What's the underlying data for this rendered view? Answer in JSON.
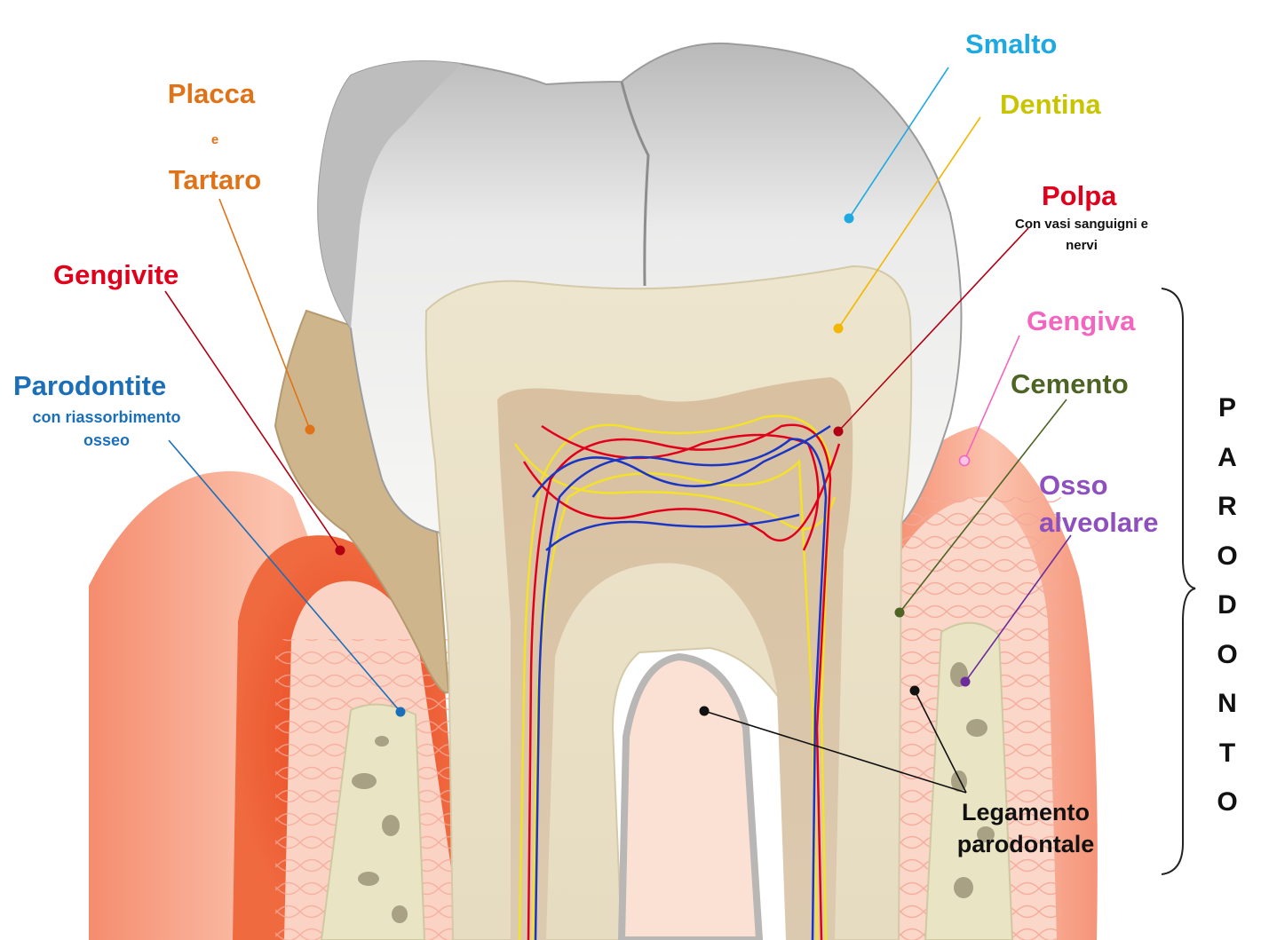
{
  "labels": {
    "smalto": "Smalto",
    "dentina": "Dentina",
    "polpa": "Polpa",
    "polpa_sub_1": "Con vasi sanguigni e",
    "polpa_sub_2": "nervi",
    "gengiva": "Gengiva",
    "cemento": "Cemento",
    "osso_1": "Osso",
    "osso_2": "alveolare",
    "placca": "Placca",
    "placca_e": "e",
    "tartaro": "Tartaro",
    "gengivite": "Gengivite",
    "parodontite": "Parodontite",
    "parodontite_sub_1": "con riassorbimento",
    "parodontite_sub_2": "osseo",
    "legamento_1": "Legamento",
    "legamento_2": "parodontale"
  },
  "parodonto_letters": [
    "P",
    "A",
    "R",
    "O",
    "D",
    "O",
    "N",
    "T",
    "O"
  ],
  "colors": {
    "smalto": "#1fa9e1",
    "dentina": "#c9c400",
    "polpa": "#e0001b",
    "gengiva": "#f266c0",
    "cemento": "#4e6425",
    "osso": "#8e4fbf",
    "placca": "#e07318",
    "gengivite": "#e0001b",
    "parodontite": "#1b6fb8",
    "legamento": "#111111"
  }
}
